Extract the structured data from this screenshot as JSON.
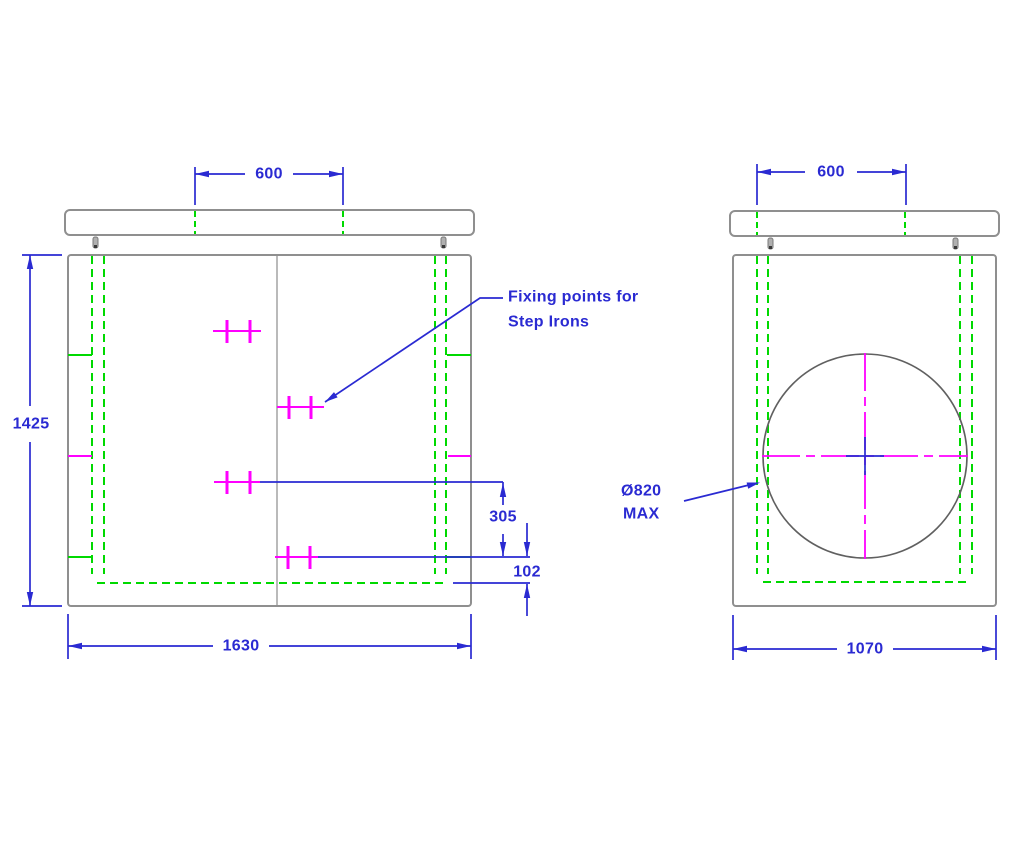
{
  "colors": {
    "dimension": "#2a2ad2",
    "hidden": "#00d900",
    "marker": "#ff00ff",
    "outline": "#8f8f8f",
    "circleline": "#606060",
    "divider": "#a8a8a8"
  },
  "front_view": {
    "dims": {
      "opening_width": "600",
      "overall_height": "1425",
      "overall_width": "1630",
      "step_spacing": "305",
      "bottom_offset": "102"
    },
    "annotation": {
      "line1": "Fixing points for",
      "line2": "Step Irons"
    }
  },
  "side_view": {
    "dims": {
      "opening_width": "600",
      "overall_width": "1070"
    },
    "annotation": {
      "line1": "Ø820",
      "line2": "MAX"
    }
  }
}
